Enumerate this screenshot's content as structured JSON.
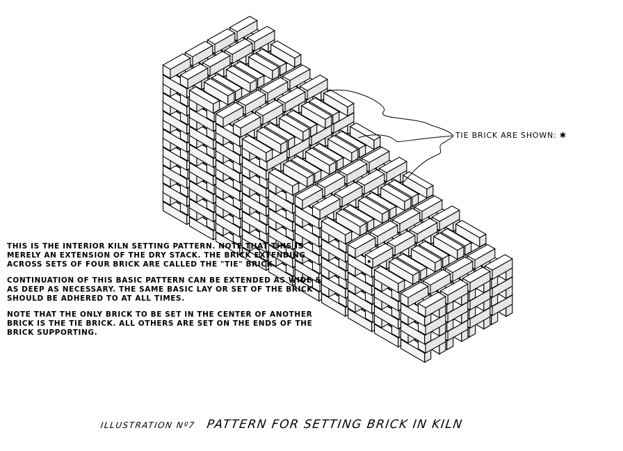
{
  "notes": {
    "paragraphs": [
      "This Is The Interior Kiln Setting Pattern. Note That This Is Merely An Extension of The Dry Stack. The Brick Extending Across Sets Of Four Brick Are Called The \"Tie\" Brick.",
      "Continuation of This Basic Pattern Can Be Extended As Wide & As Deep As Necessary. The Same Basic Lay or Set of The Brick Should Be Adhered To At All Times.",
      "Note That The Only Brick To Be Set In The Center of Another Brick Is The Tie Brick. All Others Are Set On The Ends of The Brick Supporting."
    ]
  },
  "tie_label": "Tie Brick Are Shown: ✱",
  "caption": {
    "number": "Illustration Nº7",
    "title": "Pattern for Setting Brick in Kiln"
  },
  "colors": {
    "ink": "#000000",
    "paper": "#ffffff"
  }
}
